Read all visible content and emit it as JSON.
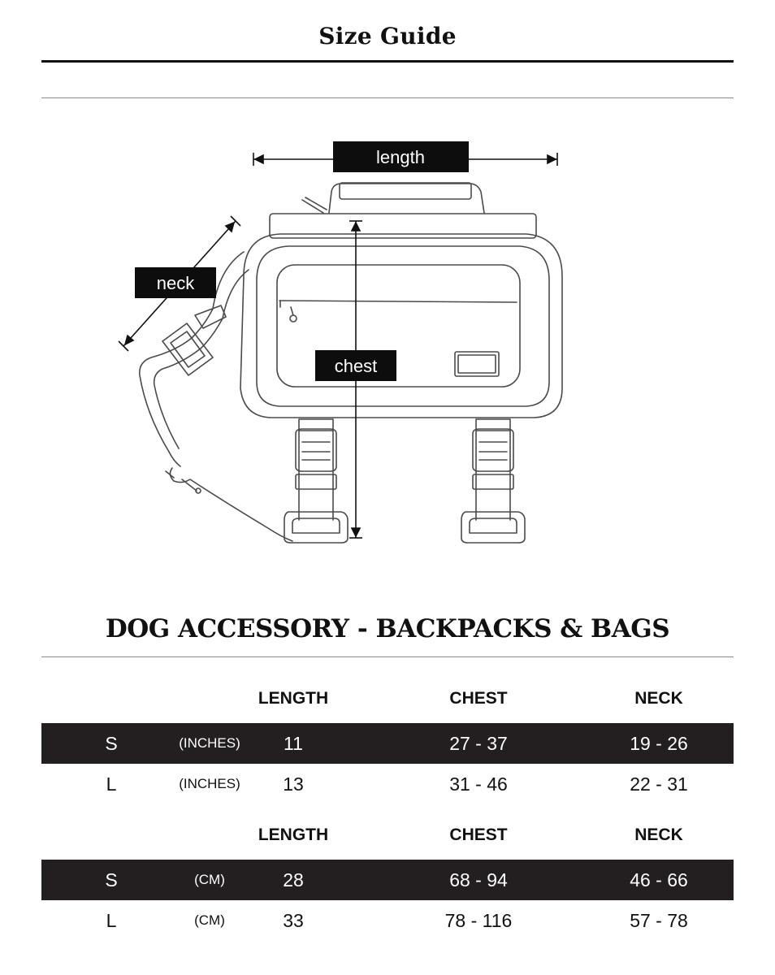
{
  "page": {
    "title": "Size Guide",
    "section_heading": "DOG ACCESSORY - BACKPACKS & BAGS"
  },
  "diagram": {
    "labels": {
      "length": "length",
      "neck": "neck",
      "chest": "chest"
    }
  },
  "tables": [
    {
      "headers": {
        "length": "LENGTH",
        "chest": "CHEST",
        "neck": "NECK"
      },
      "rows": [
        {
          "size": "S",
          "unit": "(INCHES)",
          "length": "11",
          "chest": "27 - 37",
          "neck": "19 - 26",
          "shaded": true
        },
        {
          "size": "L",
          "unit": "(INCHES)",
          "length": "13",
          "chest": "31 - 46",
          "neck": "22 - 31",
          "shaded": false
        }
      ]
    },
    {
      "headers": {
        "length": "LENGTH",
        "chest": "CHEST",
        "neck": "NECK"
      },
      "rows": [
        {
          "size": "S",
          "unit": "(CM)",
          "length": "28",
          "chest": "68 - 94",
          "neck": "46 - 66",
          "shaded": true
        },
        {
          "size": "L",
          "unit": "(CM)",
          "length": "33",
          "chest": "78 - 116",
          "neck": "57 - 78",
          "shaded": false
        }
      ]
    }
  ],
  "colors": {
    "shaded_row": "#231f20",
    "rule": "#111111",
    "thin_rule": "#8a8a8a"
  }
}
